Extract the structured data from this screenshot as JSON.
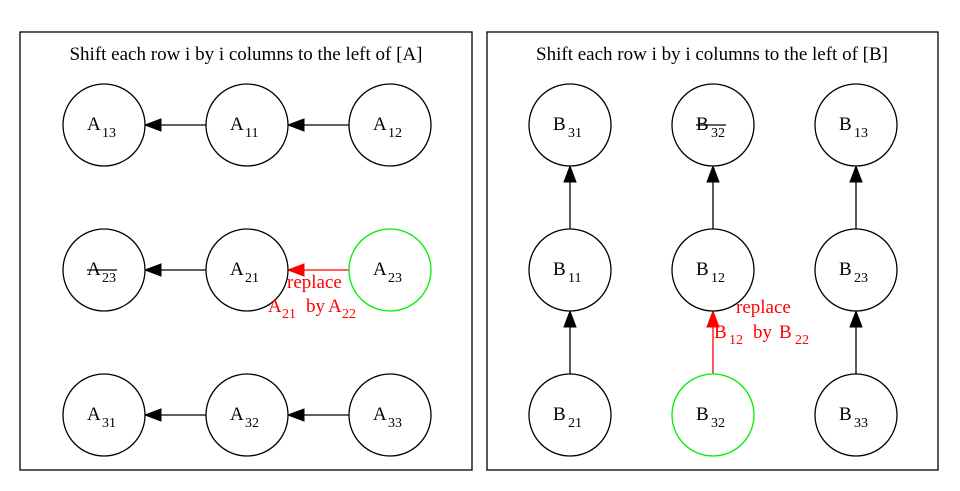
{
  "panels": [
    {
      "id": "A",
      "title": "Shift each row i by i columns to the left of [A]",
      "nodes": [
        {
          "id": "a13",
          "base": "A",
          "sub": "13"
        },
        {
          "id": "a11",
          "base": "A",
          "sub": "11"
        },
        {
          "id": "a12",
          "base": "A",
          "sub": "12"
        },
        {
          "id": "a23x",
          "base": "A",
          "sub": "23",
          "strike": true
        },
        {
          "id": "a21",
          "base": "A",
          "sub": "21"
        },
        {
          "id": "a23",
          "base": "A",
          "sub": "23",
          "highlight": true
        },
        {
          "id": "a31",
          "base": "A",
          "sub": "31"
        },
        {
          "id": "a32",
          "base": "A",
          "sub": "32"
        },
        {
          "id": "a33",
          "base": "A",
          "sub": "33"
        }
      ],
      "edges": [
        {
          "from": "a11",
          "to": "a13"
        },
        {
          "from": "a12",
          "to": "a11"
        },
        {
          "from": "a21",
          "to": "a23x"
        },
        {
          "from": "a23",
          "to": "a21",
          "highlight": true
        },
        {
          "from": "a32",
          "to": "a31"
        },
        {
          "from": "a33",
          "to": "a32"
        }
      ],
      "annotation": {
        "line1": "replace",
        "base1": "A",
        "sub1": "21",
        "by": "by",
        "base2": "A",
        "sub2": "22"
      }
    },
    {
      "id": "B",
      "title": "Shift each row i by i columns to the left of [B]",
      "nodes": [
        {
          "id": "b31",
          "base": "B",
          "sub": "31"
        },
        {
          "id": "b32x",
          "base": "B",
          "sub": "32",
          "strike": true
        },
        {
          "id": "b13",
          "base": "B",
          "sub": "13"
        },
        {
          "id": "b11",
          "base": "B",
          "sub": "11"
        },
        {
          "id": "b12",
          "base": "B",
          "sub": "12"
        },
        {
          "id": "b23",
          "base": "B",
          "sub": "23"
        },
        {
          "id": "b21",
          "base": "B",
          "sub": "21"
        },
        {
          "id": "b32",
          "base": "B",
          "sub": "32",
          "highlight": true
        },
        {
          "id": "b33",
          "base": "B",
          "sub": "33"
        }
      ],
      "edges": [
        {
          "from": "b11",
          "to": "b31"
        },
        {
          "from": "b12",
          "to": "b32x"
        },
        {
          "from": "b23",
          "to": "b13"
        },
        {
          "from": "b21",
          "to": "b11"
        },
        {
          "from": "b32",
          "to": "b12",
          "highlight": true
        },
        {
          "from": "b33",
          "to": "b23"
        }
      ],
      "annotation": {
        "line1": "replace",
        "base1": "B",
        "sub1": "12",
        "by": "by",
        "base2": "B",
        "sub2": "22"
      }
    }
  ],
  "colors": {
    "highlight_node": "#00ee00",
    "highlight_edge": "#ff0000",
    "stroke": "#000000"
  }
}
